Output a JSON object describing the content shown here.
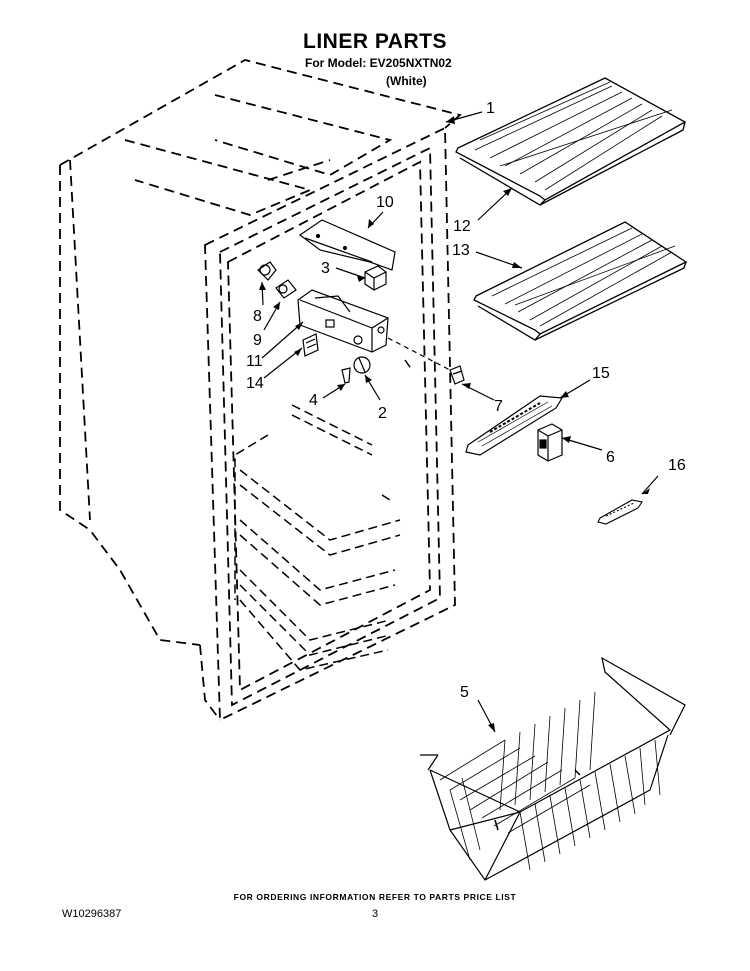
{
  "header": {
    "title": "LINER PARTS",
    "model_line": "For Model: EV205NXTN02",
    "variant": "(White)"
  },
  "callouts": [
    "1",
    "2",
    "3",
    "4",
    "5",
    "6",
    "7",
    "8",
    "9",
    "10",
    "11",
    "12",
    "13",
    "14",
    "15",
    "16"
  ],
  "footer": {
    "ordering_note": "FOR ORDERING INFORMATION REFER TO PARTS PRICE LIST",
    "document_number": "W10296387",
    "page_number": "3"
  }
}
